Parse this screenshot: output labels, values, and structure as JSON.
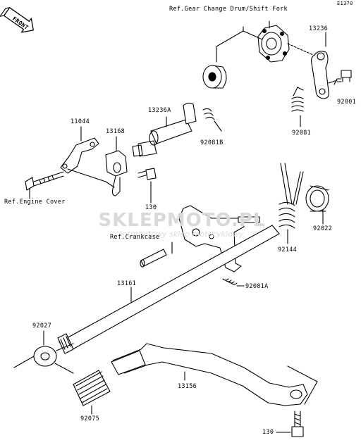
{
  "diagram": {
    "code": "E1370",
    "front_badge": "FRONT",
    "watermark": {
      "title": "SKLEPMOTO.PL",
      "subtitle": "internetowy sklep motocyklowy"
    },
    "labels": {
      "ref_gear_change": "Ref.Gear Change Drum/Shift Fork",
      "p13236": "13236",
      "p92001": "92001",
      "p92081": "92081",
      "p13236A": "13236A",
      "p92081B": "92081B",
      "p11044": "11044",
      "p13168": "13168",
      "ref_engine_cover": "Ref.Engine Cover",
      "p130_top": "130",
      "p92022": "92022",
      "p92144": "92144",
      "ref_crankcase": "Ref.Crankcase",
      "p13161": "13161",
      "p92081A": "92081A",
      "p92027": "92027",
      "p13156": "13156",
      "p92075": "92075",
      "p130_bottom": "130"
    }
  }
}
